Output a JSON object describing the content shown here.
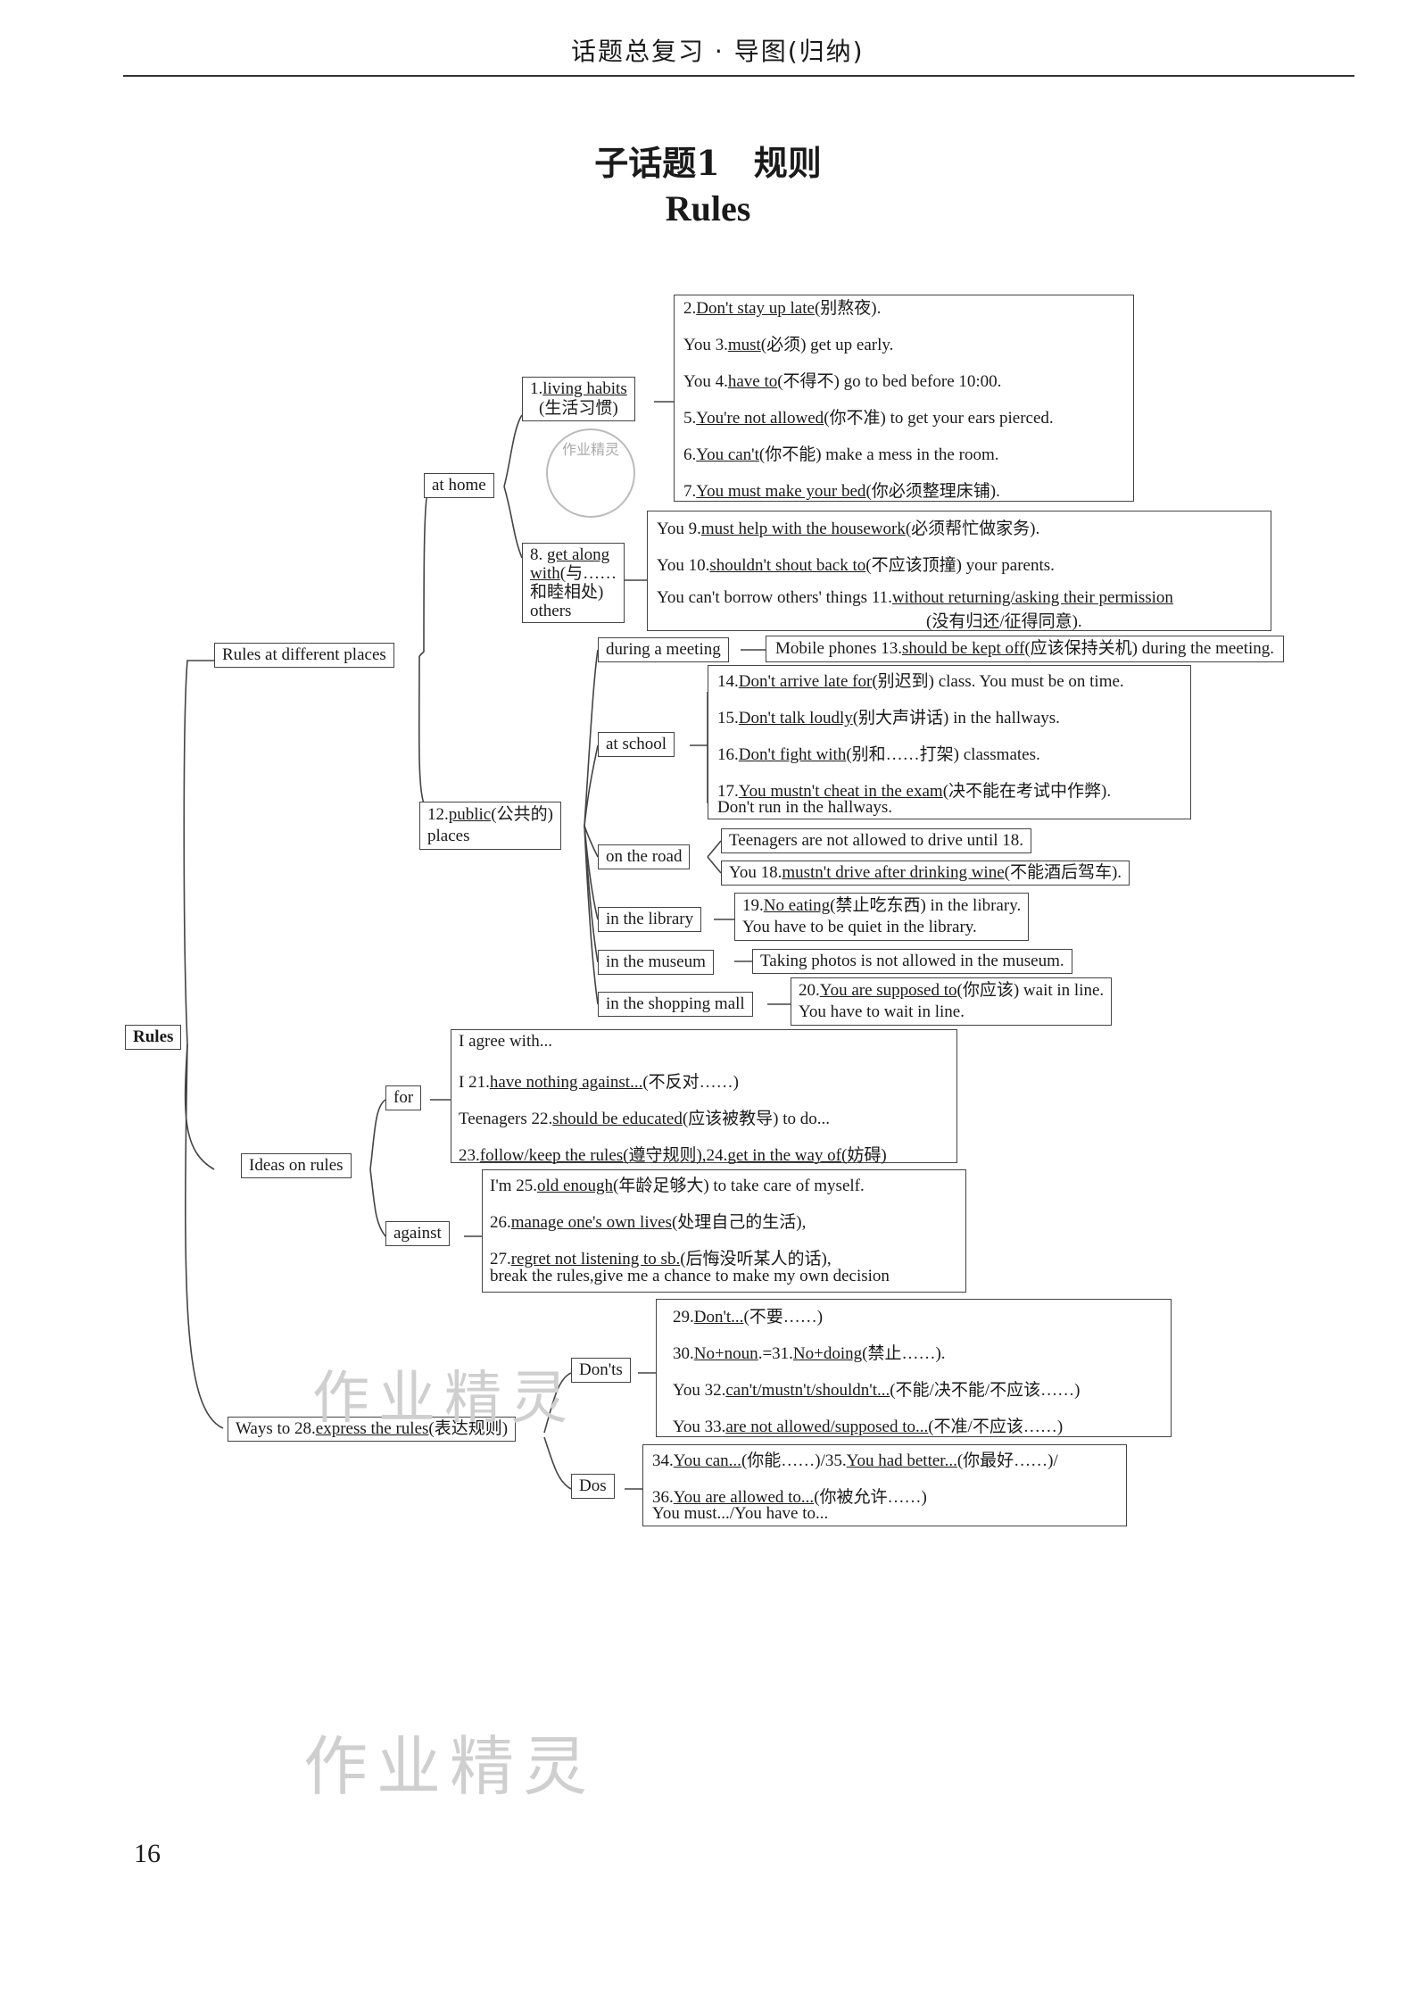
{
  "header": {
    "text": "话题总复习 · 导图(归纳)"
  },
  "title": {
    "cn": "子话题1　规则",
    "en": "Rules"
  },
  "page_number": "16",
  "watermark": {
    "text_mid": "作业精灵",
    "text_bottom": "作业精灵",
    "stamp": "作业精灵"
  },
  "root": "Rules",
  "rules_places": {
    "label": "Rules at different places",
    "at_home": {
      "label": "at home",
      "living_habits": {
        "num": "1.",
        "head": "living habits",
        "cn": "(生活习惯)"
      },
      "habit_lines": {
        "l1_pre": "2.",
        "l1_u": "Don't stay up late",
        "l1_post": "(别熬夜).",
        "l2_pre": "You 3.",
        "l2_u": "must",
        "l2_post": "(必须) get up early.",
        "l3_pre": "You 4.",
        "l3_u": "have to",
        "l3_post": "(不得不) go to bed before 10:00.",
        "l4_pre": "5.",
        "l4_u": "You're not allowed",
        "l4_post": "(你不准) to get your ears pierced.",
        "l5_pre": "6.",
        "l5_u": "You can't",
        "l5_post": "(你不能) make a mess in the room.",
        "l6_pre": "7.",
        "l6_u": "You must make your bed",
        "l6_post": "(你必须整理床铺)."
      },
      "get_along": {
        "l1_pre": "8. ",
        "l1_u": "get along",
        "l2_u": "with",
        "l2_post": "(与……",
        "l3": "和睦相处)",
        "l4": "others"
      },
      "along_lines": {
        "l1_pre": "You 9.",
        "l1_u": "must help with the housework",
        "l1_post": "(必须帮忙做家务).",
        "l2_pre": "You 10.",
        "l2_u": "shouldn't shout back to",
        "l2_post": "(不应该顶撞) your parents.",
        "l3_pre": "You can't borrow others' things 11.",
        "l3_u": "without returning/asking their permission",
        "l4": "(没有归还/征得同意)."
      }
    },
    "public": {
      "l1_pre": "12.",
      "l1_u": "public",
      "l1_post": "(公共的)",
      "l2": "places",
      "meeting": {
        "label": "during a meeting",
        "pre": "Mobile phones 13.",
        "u": "should be kept off",
        "post": "(应该保持关机) during the meeting."
      },
      "school": {
        "label": "at school",
        "l1_pre": "14.",
        "l1_u": "Don't arrive late for",
        "l1_post": "(别迟到) class. You must be on time.",
        "l2_pre": "15.",
        "l2_u": "Don't talk loudly",
        "l2_post": "(别大声讲话) in the hallways.",
        "l3_pre": "16.",
        "l3_u": "Don't fight with",
        "l3_post": "(别和……打架) classmates.",
        "l4_pre": "17.",
        "l4_u": "You mustn't cheat in the exam",
        "l4_post": "(决不能在考试中作弊).",
        "l5": "Don't run in the hallways."
      },
      "road": {
        "label": "on the road",
        "l1": "Teenagers are not allowed to drive until 18.",
        "l2_pre": "You 18.",
        "l2_u": "mustn't drive after drinking wine",
        "l2_post": "(不能酒后驾车)."
      },
      "library": {
        "label": "in the library",
        "l1_pre": "19.",
        "l1_u": "No eating",
        "l1_post": "(禁止吃东西) in the library.",
        "l2": "You have to be quiet in the library."
      },
      "museum": {
        "label": "in the museum",
        "l1": "Taking photos is not allowed in the museum."
      },
      "mall": {
        "label": "in the shopping mall",
        "l1_pre": "20.",
        "l1_u": "You are supposed to",
        "l1_post": "(你应该) wait in line.",
        "l2": "You have to wait in line."
      }
    }
  },
  "ideas": {
    "label": "Ideas on rules",
    "for": {
      "label": "for",
      "l1": "I agree with...",
      "l2_pre": "I 21.",
      "l2_u": "have nothing against...",
      "l2_post": "(不反对……)",
      "l3_pre": "Teenagers 22.",
      "l3_u": "should be educated",
      "l3_post": "(应该被教导) to do...",
      "l4_pre": "23.",
      "l4_u": "follow/keep the rules",
      "l4_mid": "(遵守规则),24.",
      "l4_u2": "get in the way of",
      "l4_post": "(妨碍)"
    },
    "against": {
      "label": "against",
      "l1_pre": "I'm 25.",
      "l1_u": "old enough",
      "l1_post": "(年龄足够大) to take care of myself.",
      "l2_pre": "26.",
      "l2_u": "manage one's own lives",
      "l2_post": "(处理自己的生活),",
      "l3_pre": "27.",
      "l3_u": "regret not listening to sb.",
      "l3_post": "(后悔没听某人的话),",
      "l4": "break the rules,give me a chance to make my own decision"
    }
  },
  "ways": {
    "pre": "Ways to 28.",
    "u": "express the rules",
    "post": "(表达规则)",
    "donts": {
      "label": "Don'ts",
      "l1_pre": "29.",
      "l1_u": "Don't...",
      "l1_post": "(不要……)",
      "l2_pre": "30.",
      "l2_u": "No+noun",
      "l2_mid": ".=31.",
      "l2_u2": "No+doing",
      "l2_post": "(禁止……).",
      "l3_pre": "You 32.",
      "l3_u": "can't/mustn't/shouldn't...",
      "l3_post": "(不能/决不能/不应该……)",
      "l4_pre": "You 33.",
      "l4_u": "are not allowed/supposed to...",
      "l4_post": "(不准/不应该……)"
    },
    "dos": {
      "label": "Dos",
      "l1_pre": "34.",
      "l1_u": "You can...",
      "l1_mid": "(你能……)/35.",
      "l1_u2": "You had better...",
      "l1_post": "(你最好……)/",
      "l2_pre": "36.",
      "l2_u": "You are allowed to...",
      "l2_post": "(你被允许……)",
      "l3": "You must.../You have to..."
    }
  }
}
